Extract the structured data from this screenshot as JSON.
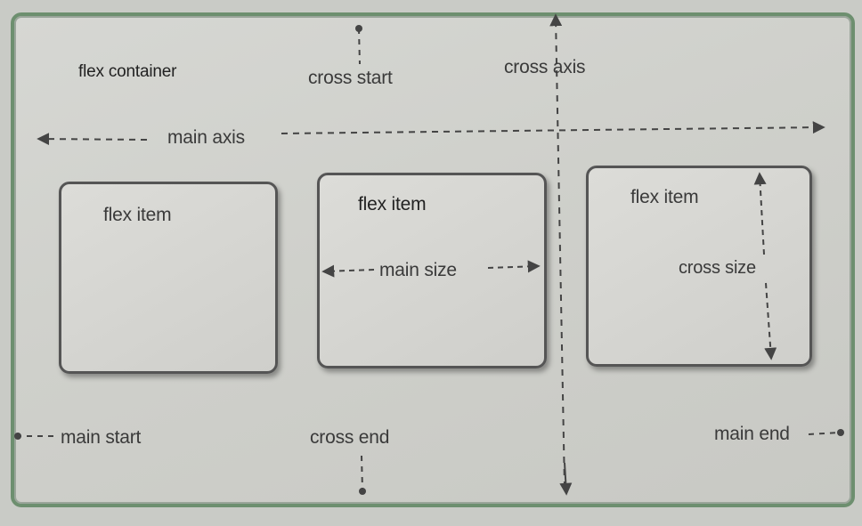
{
  "labels": {
    "flex_container": "flex container",
    "cross_start": "cross start",
    "cross_axis": "cross axis",
    "main_axis": "main axis",
    "main_start": "main start",
    "cross_end": "cross end",
    "main_end": "main end",
    "main_size": "main size",
    "cross_size": "cross size"
  },
  "items": [
    {
      "label": "flex item"
    },
    {
      "label": "flex item"
    },
    {
      "label": "flex item"
    }
  ],
  "colors": {
    "container_border": "#6d8f6f",
    "item_border": "#555555",
    "line": "#444444"
  }
}
